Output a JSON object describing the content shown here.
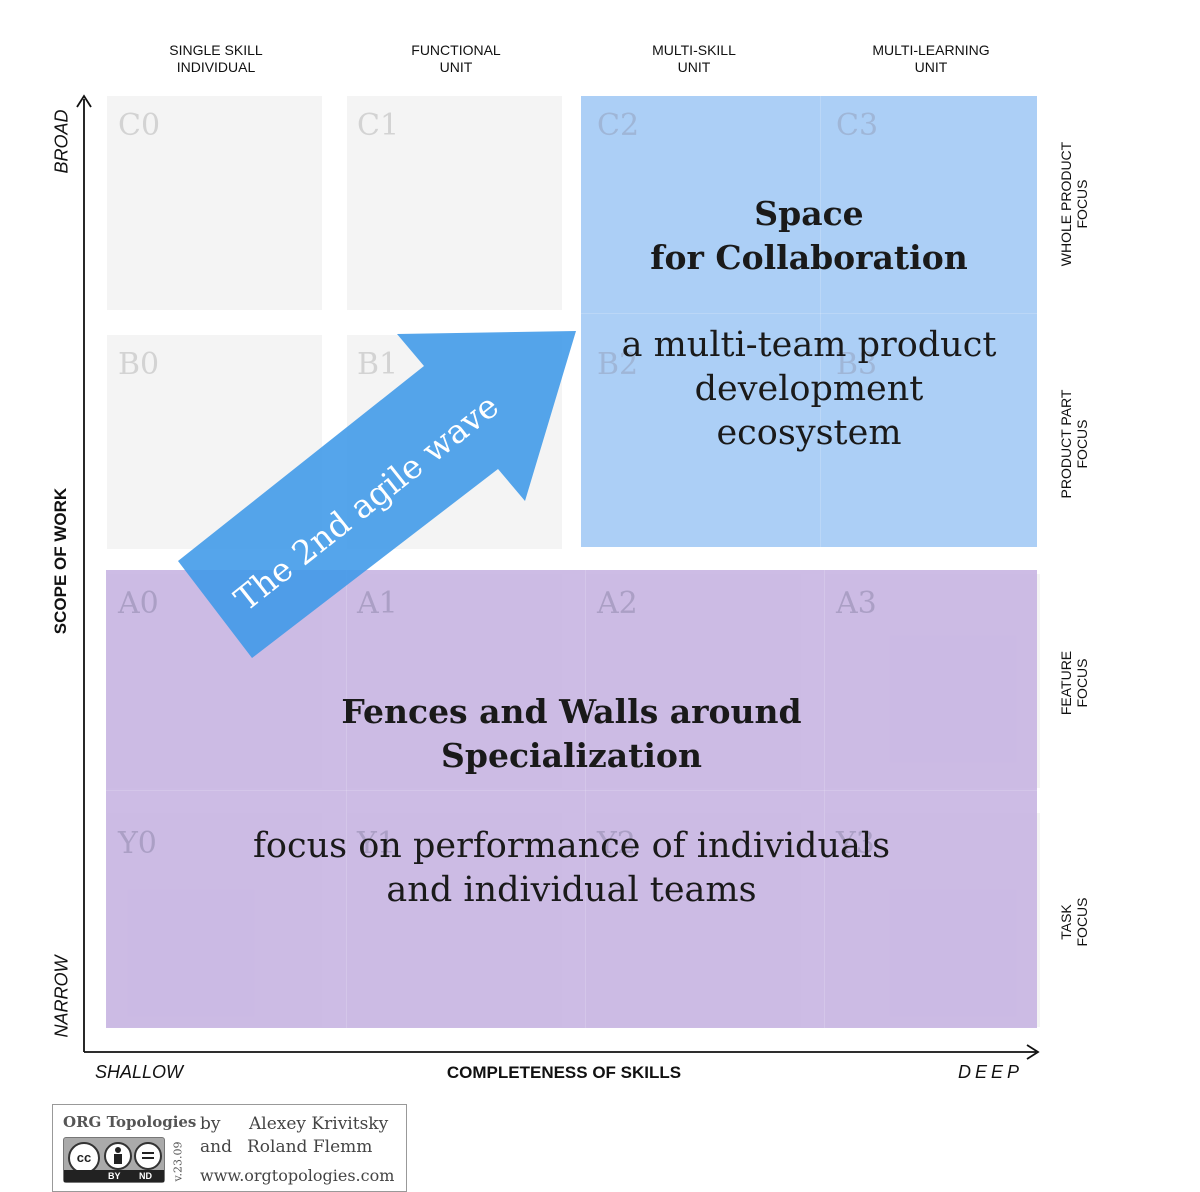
{
  "columns": [
    {
      "line1": "SINGLE SKILL",
      "line2": "INDIVIDUAL"
    },
    {
      "line1": "FUNCTIONAL",
      "line2": "UNIT"
    },
    {
      "line1": "MULTI-SKILL",
      "line2": "UNIT"
    },
    {
      "line1": "MULTI-LEARNING",
      "line2": "UNIT"
    }
  ],
  "rows": [
    {
      "line1": "WHOLE PRODUCT",
      "line2": "FOCUS"
    },
    {
      "line1": "PRODUCT PART",
      "line2": "FOCUS"
    },
    {
      "line1": "FEATURE",
      "line2": "FOCUS"
    },
    {
      "line1": "TASK",
      "line2": "FOCUS"
    }
  ],
  "cells": {
    "C": [
      "C0",
      "C1",
      "C2",
      "C3"
    ],
    "B": [
      "B0",
      "B1",
      "B2",
      "B3"
    ],
    "A": [
      "A0",
      "A1",
      "A2",
      "A3"
    ],
    "Y": [
      "Y0",
      "Y1",
      "Y2",
      "Y3"
    ]
  },
  "axes": {
    "y_title": "SCOPE OF WORK",
    "y_top": "BROAD",
    "y_bottom": "NARROW",
    "x_title": "COMPLETENESS OF SKILLS",
    "x_left": "SHALLOW",
    "x_right": "DEEP"
  },
  "collaboration": {
    "title_line1": "Space",
    "title_line2": "for Collaboration",
    "body_line1": "a multi-team product",
    "body_line2": "development",
    "body_line3": "ecosystem"
  },
  "specialization": {
    "title_line1": "Fences and Walls around",
    "title_line2": "Specialization",
    "body_line1": "focus on performance of individuals",
    "body_line2": "and individual teams"
  },
  "arrow_label": "The 2nd agile wave",
  "footer": {
    "brand": "ORG Topologies",
    "by": "by",
    "and": "and",
    "author1": "Alexey Krivitsky",
    "author2": "Roland Flemm",
    "website": "www.orgtopologies.com",
    "version": "v.23.09",
    "license_cc": "cc",
    "license_by": "BY",
    "license_nd": "ND"
  },
  "colors": {
    "collaboration_zone": "#a6cbf4",
    "specialization_zone": "#c9b8e4",
    "arrow": "#4fa3ea",
    "cell_background": "#f4f4f4"
  }
}
